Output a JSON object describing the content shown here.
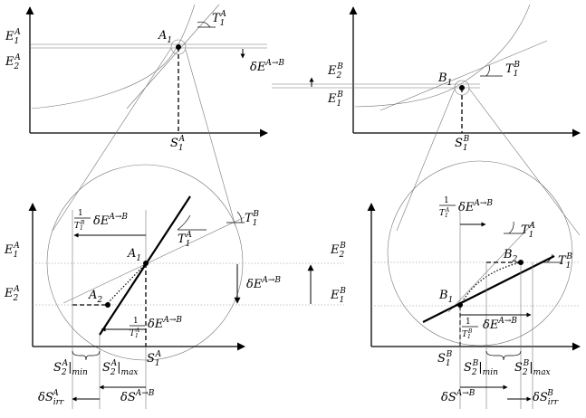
{
  "panel_A_top": {
    "y_labels": [
      "E",
      "E"
    ],
    "y_label_subs": [
      "1",
      "2"
    ],
    "y_label_sups": [
      "A",
      "A"
    ],
    "point": "A",
    "point_sub": "1",
    "tangent": "T",
    "tangent_sub": "1",
    "tangent_sup": "A",
    "x_label": "S",
    "x_label_sub": "1",
    "x_label_sup": "A"
  },
  "delta_E_mid": {
    "text": "δE",
    "sup": "A→B"
  },
  "panel_B_top": {
    "y_labels": [
      "E",
      "E"
    ],
    "y_label_subs": [
      "2",
      "1"
    ],
    "y_label_sups": [
      "B",
      "B"
    ],
    "point": "B",
    "point_sub": "1",
    "tangent": "T",
    "tangent_sub": "1",
    "tangent_sup": "B",
    "x_label": "S",
    "x_label_sub": "1",
    "x_label_sup": "B"
  },
  "panel_A_zoom": {
    "y_label_1": "E",
    "y_label_1_sub": "1",
    "y_label_1_sup": "A",
    "y_label_2": "E",
    "y_label_2_sub": "2",
    "y_label_2_sup": "A",
    "frac_top_num": "1",
    "frac_top_den": "T",
    "frac_top_den_sub": "1",
    "frac_top_den_sup": "B",
    "frac_top_rest": "δE",
    "frac_top_rest_sup": "A→B",
    "tangent_A": "T",
    "tangent_A_sub": "1",
    "tangent_A_sup": "A",
    "tangent_B": "T",
    "tangent_B_sub": "1",
    "tangent_B_sup": "B",
    "point_1": "A",
    "point_1_sub": "1",
    "point_2": "A",
    "point_2_sub": "2",
    "frac_bot_num": "1",
    "frac_bot_den": "T",
    "frac_bot_den_sub": "1",
    "frac_bot_den_sup": "A",
    "frac_bot_rest": "δE",
    "frac_bot_rest_sup": "A→B",
    "x_min": "S",
    "x_min_sub": "2",
    "x_min_sup": "A",
    "x_min_tail": "|",
    "x_min_tail_sub": "min",
    "x_max": "S",
    "x_max_sub": "2",
    "x_max_sup": "A",
    "x_max_tail": "|",
    "x_max_tail_sub": "max",
    "x_S1": "S",
    "x_S1_sub": "1",
    "x_S1_sup": "A",
    "irr": "δS",
    "irr_sub": "irr",
    "irr_sup": "A",
    "dS": "δS",
    "dS_sup": "A→B"
  },
  "delta_E_right": {
    "text": "δE",
    "sup": "A→B"
  },
  "panel_B_zoom": {
    "y_label_1": "E",
    "y_label_1_sub": "2",
    "y_label_1_sup": "B",
    "y_label_2": "E",
    "y_label_2_sub": "1",
    "y_label_2_sup": "B",
    "frac_top_num": "1",
    "frac_top_den": "T",
    "frac_top_den_sub": "1",
    "frac_top_den_sup": "A",
    "frac_top_rest": "δE",
    "frac_top_rest_sup": "A→B",
    "tangent_A": "T",
    "tangent_A_sub": "1",
    "tangent_A_sup": "A",
    "tangent_B": "T",
    "tangent_B_sub": "1",
    "tangent_B_sup": "B",
    "point_1": "B",
    "point_1_sub": "1",
    "point_2": "B",
    "point_2_sub": "2",
    "frac_bot_num": "1",
    "frac_bot_den": "T",
    "frac_bot_den_sub": "1",
    "frac_bot_den_sup": "B",
    "frac_bot_rest": "δE",
    "frac_bot_rest_sup": "A→B",
    "x_S1": "S",
    "x_S1_sub": "1",
    "x_S1_sup": "B",
    "x_min": "S",
    "x_min_sub": "2",
    "x_min_sup": "B",
    "x_min_tail": "|",
    "x_min_tail_sub": "min",
    "x_max": "S",
    "x_max_sub": "2",
    "x_max_sup": "B",
    "x_max_tail": "|",
    "x_max_tail_sub": "max",
    "dS": "δS",
    "dS_sup": "A→B",
    "irr": "δS",
    "irr_sub": "irr",
    "irr_sup": "B"
  }
}
